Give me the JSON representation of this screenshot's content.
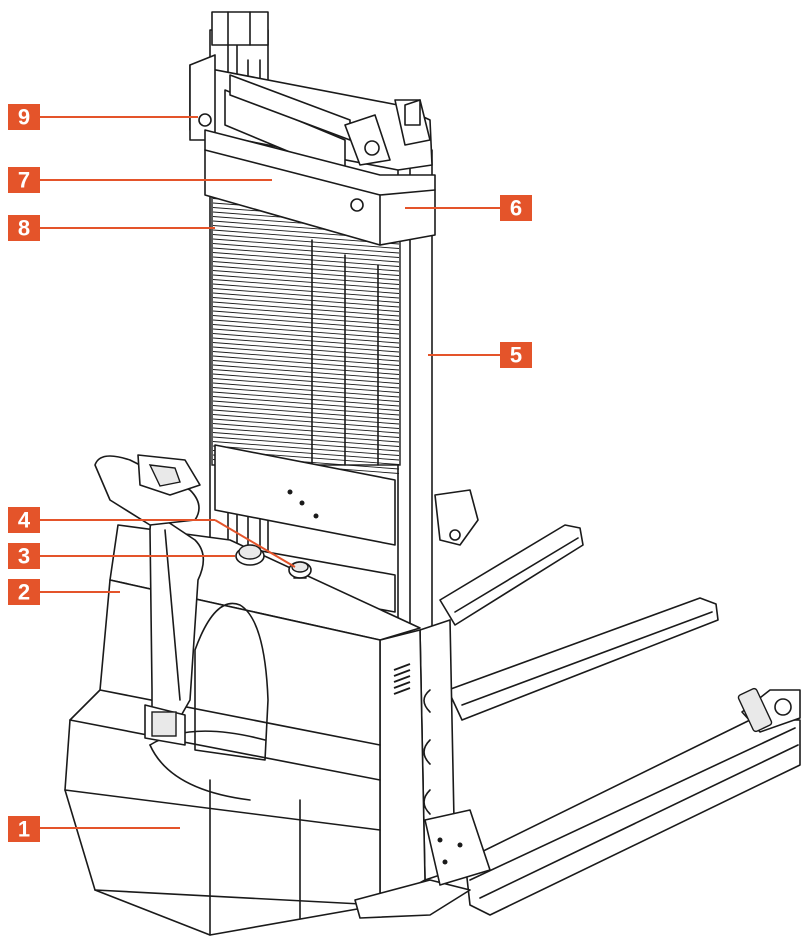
{
  "diagram": {
    "accent_color": "#e4542a",
    "callouts": [
      {
        "id": "1",
        "label": "1"
      },
      {
        "id": "2",
        "label": "2"
      },
      {
        "id": "3",
        "label": "3"
      },
      {
        "id": "4",
        "label": "4"
      },
      {
        "id": "5",
        "label": "5"
      },
      {
        "id": "6",
        "label": "6"
      },
      {
        "id": "7",
        "label": "7"
      },
      {
        "id": "8",
        "label": "8"
      },
      {
        "id": "9",
        "label": "9"
      }
    ]
  }
}
